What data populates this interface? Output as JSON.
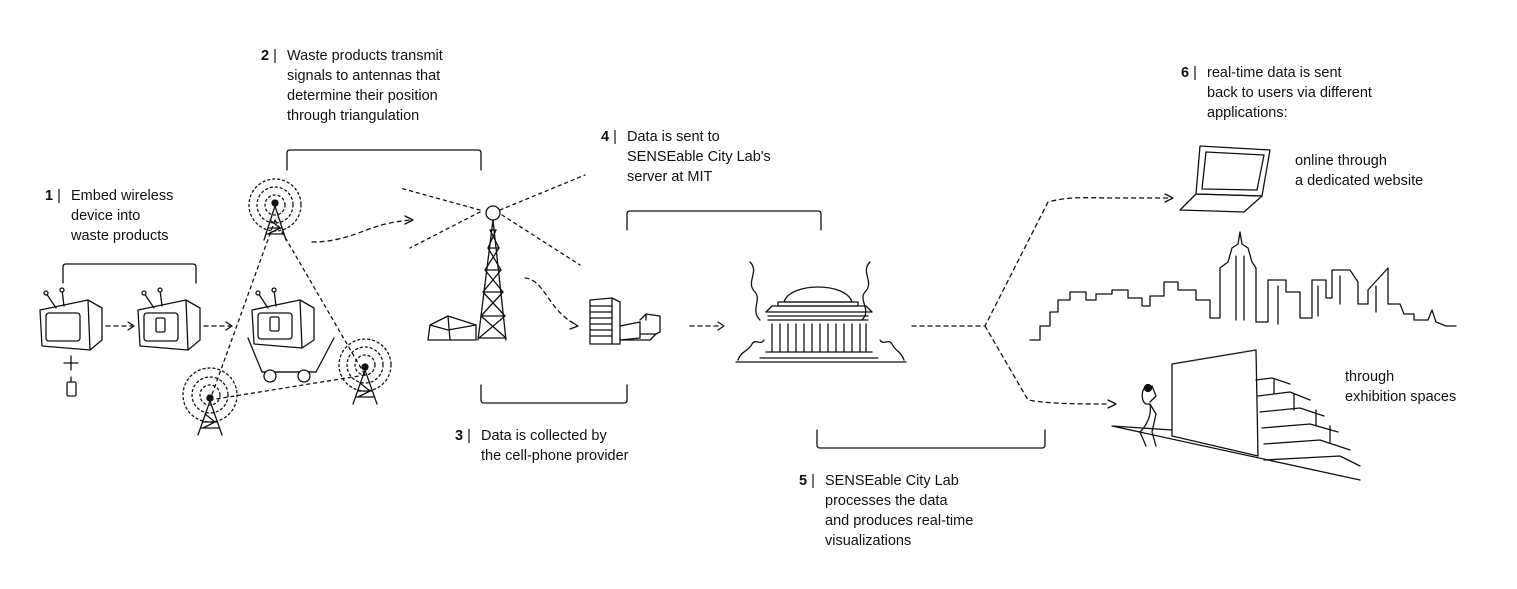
{
  "steps": [
    {
      "number": "1",
      "separator": "|",
      "lines": [
        "Embed wireless",
        "device into",
        "waste products"
      ]
    },
    {
      "number": "2",
      "separator": "|",
      "lines": [
        "Waste products transmit",
        "signals to antennas that",
        "determine their position",
        "through triangulation"
      ]
    },
    {
      "number": "3",
      "separator": "|",
      "lines": [
        "Data is collected by",
        "the cell-phone provider"
      ]
    },
    {
      "number": "4",
      "separator": "|",
      "lines": [
        "Data is sent to",
        "SENSEable City Lab's",
        "server at MIT"
      ]
    },
    {
      "number": "5",
      "separator": "|",
      "lines": [
        "SENSEable City Lab",
        "processes the data",
        "and produces real-time",
        "visualizations"
      ]
    },
    {
      "number": "6",
      "separator": "|",
      "lines": [
        "real-time data is sent",
        "back to users via different",
        "applications:"
      ]
    }
  ],
  "outputs": {
    "online": {
      "lines": [
        "online through",
        "a dedicated website"
      ]
    },
    "exhibition": {
      "lines": [
        "through",
        "exhibition spaces"
      ]
    }
  }
}
